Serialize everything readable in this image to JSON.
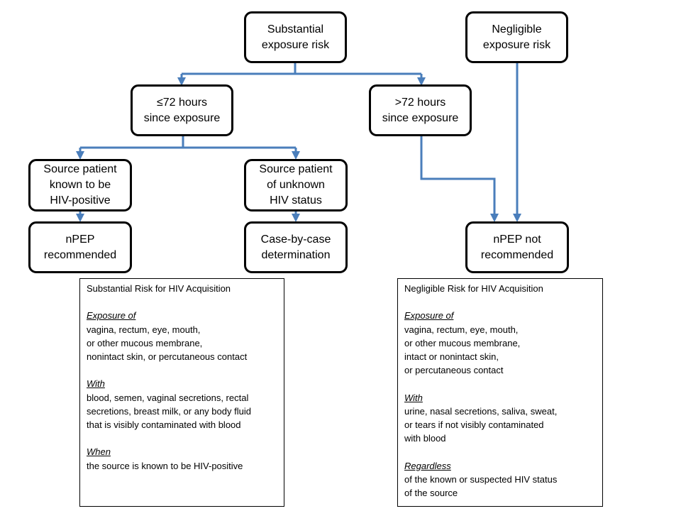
{
  "colors": {
    "arrow": "#4a7ebb",
    "border": "#000000"
  },
  "nodes": {
    "substantial": {
      "lines": [
        "Substantial",
        "exposure risk"
      ]
    },
    "negligible": {
      "lines": [
        "Negligible",
        "exposure risk"
      ]
    },
    "le72": {
      "lines": [
        "≤72 hours",
        "since exposure"
      ]
    },
    "gt72": {
      "lines": [
        ">72 hours",
        "since exposure"
      ]
    },
    "known_positive": {
      "lines": [
        "Source patient",
        "known to be",
        "HIV-positive"
      ]
    },
    "unknown_status": {
      "lines": [
        "Source patient",
        "of unknown",
        "HIV status"
      ]
    },
    "npep_recommended": {
      "lines": [
        "nPEP",
        "recommended"
      ]
    },
    "case_by_case": {
      "lines": [
        "Case-by-case",
        "determination"
      ]
    },
    "npep_not_recommended": {
      "lines": [
        "nPEP not",
        "recommended"
      ]
    }
  },
  "panels": {
    "substantial": {
      "title": "Substantial Risk for HIV Acquisition",
      "sections": [
        {
          "heading": "Exposure of",
          "lines": [
            "vagina, rectum, eye, mouth,",
            "or other mucous membrane,",
            "nonintact skin, or percutaneous contact"
          ]
        },
        {
          "heading": "With",
          "lines": [
            "blood, semen, vaginal secretions, rectal",
            "secretions, breast milk, or any body fluid",
            "that is visibly contaminated with blood"
          ]
        },
        {
          "heading": "When",
          "lines": [
            "the source is known to be HIV-positive"
          ]
        }
      ]
    },
    "negligible": {
      "title": "Negligible Risk for HIV Acquisition",
      "sections": [
        {
          "heading": "Exposure of",
          "lines": [
            "vagina, rectum, eye, mouth,",
            "or other mucous membrane,",
            "intact or nonintact skin,",
            "or percutaneous contact"
          ]
        },
        {
          "heading": "With",
          "lines": [
            "urine, nasal secretions, saliva, sweat,",
            "or tears if not visibly contaminated",
            "with blood"
          ]
        },
        {
          "heading": "Regardless",
          "lines": [
            "of the known or suspected HIV status",
            "of the source"
          ]
        }
      ]
    }
  }
}
